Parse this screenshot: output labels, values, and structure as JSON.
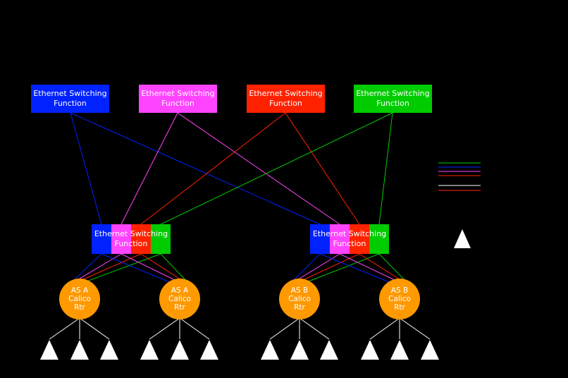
{
  "palette": {
    "background": "#000000",
    "blue": "#0022ff",
    "magenta": "#ff44ff",
    "red": "#ff2200",
    "green": "#00cc00",
    "orange": "#ff9900",
    "white": "#ffffff"
  },
  "top_switches": [
    {
      "label": "Ethernet Switching\nFunction",
      "color": "blue"
    },
    {
      "label": "Ethernet Switching\nFunction",
      "color": "magenta"
    },
    {
      "label": "Ethernet Switching\nFunction",
      "color": "red"
    },
    {
      "label": "Ethernet Switching\nFunction",
      "color": "green"
    }
  ],
  "mid_switches": [
    {
      "label": "Ethernet Switching\nFunction",
      "segments": [
        "blue",
        "magenta",
        "red",
        "green"
      ]
    },
    {
      "label": "Ethernet Switching\nFunction",
      "segments": [
        "blue",
        "magenta",
        "red",
        "green"
      ]
    }
  ],
  "routers": [
    {
      "label": "AS A\nCalico\nRtr"
    },
    {
      "label": "AS A\nCalico\nRtr"
    },
    {
      "label": "AS B\nCalico\nRtr"
    },
    {
      "label": "AS B\nCalico\nRtr"
    }
  ],
  "hosts_per_router": 3,
  "legend": {
    "line_colors": [
      "#00cc00",
      "#0022ff",
      "#ff44ff",
      "#ff2200",
      "#ffffff",
      "#ff2200"
    ],
    "triangle_color": "#ffffff"
  }
}
